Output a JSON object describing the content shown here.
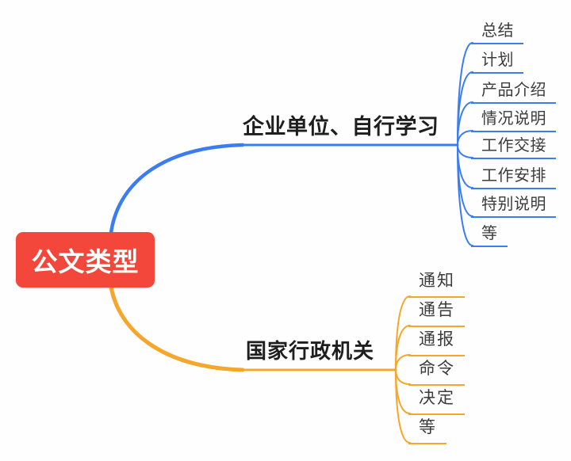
{
  "canvas": {
    "background": "#fefefe"
  },
  "root": {
    "label": "公文类型",
    "color": "#f4473b",
    "text_color": "#ffffff"
  },
  "branches": [
    {
      "label": "企业单位、自行学习",
      "color": "#3b7df0",
      "children": [
        "总结",
        "计划",
        "产品介绍",
        "情况说明",
        "工作交接",
        "工作安排",
        "特别说明",
        "等"
      ]
    },
    {
      "label": "国家行政机关",
      "color": "#f6a62a",
      "children": [
        "通知",
        "通告",
        "通报",
        "命令",
        "决定",
        "等"
      ]
    }
  ]
}
